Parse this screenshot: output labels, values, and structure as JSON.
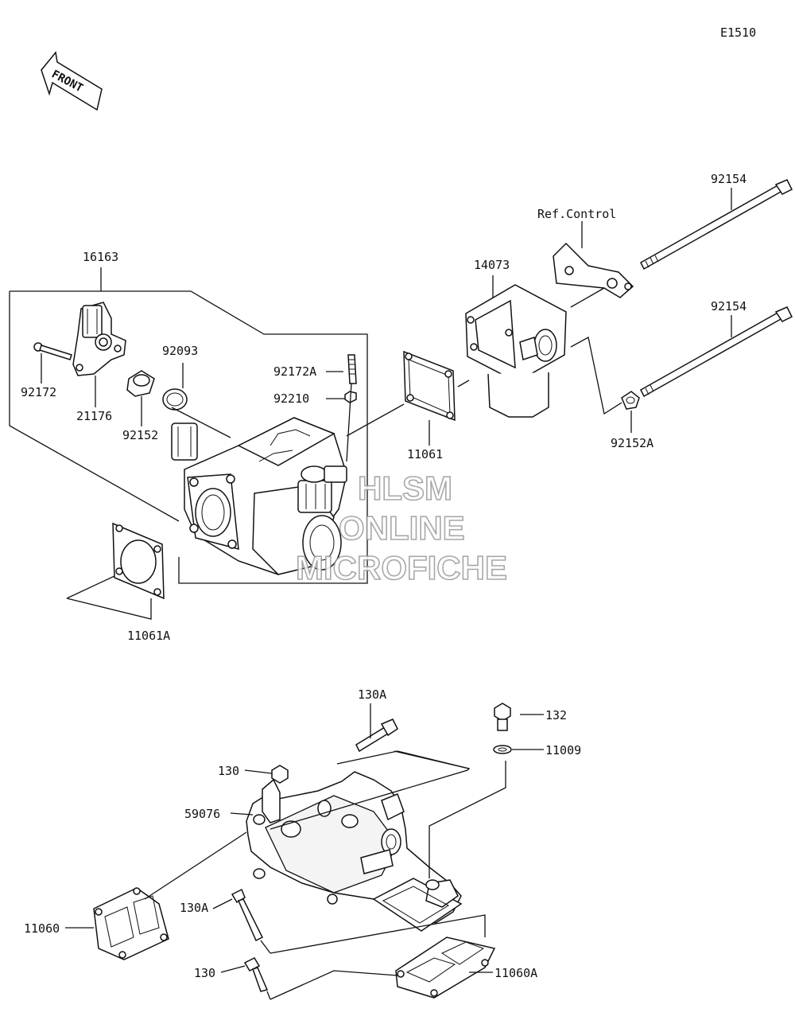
{
  "diagram": {
    "code": "E1510",
    "front_arrow": "FRONT",
    "labels": {
      "p16163": "16163",
      "p92172": "92172",
      "p21176": "21176",
      "p92152": "92152",
      "p92093": "92093",
      "p92172A": "92172A",
      "p92210": "92210",
      "p11061": "11061",
      "p11061A": "11061A",
      "p14073": "14073",
      "ref_control": "Ref.Control",
      "p92154_top": "92154",
      "p92154_bottom": "92154",
      "p92152A": "92152A",
      "p130A_top": "130A",
      "p130_top": "130",
      "p59076": "59076",
      "p132": "132",
      "p11009": "11009",
      "p11060": "11060",
      "p130A_bottom": "130A",
      "p130_bottom": "130",
      "p11060A": "11060A"
    },
    "watermark": {
      "line1": "HLSM",
      "line2": "ONLINE",
      "line3": "MICROFICHE"
    }
  }
}
